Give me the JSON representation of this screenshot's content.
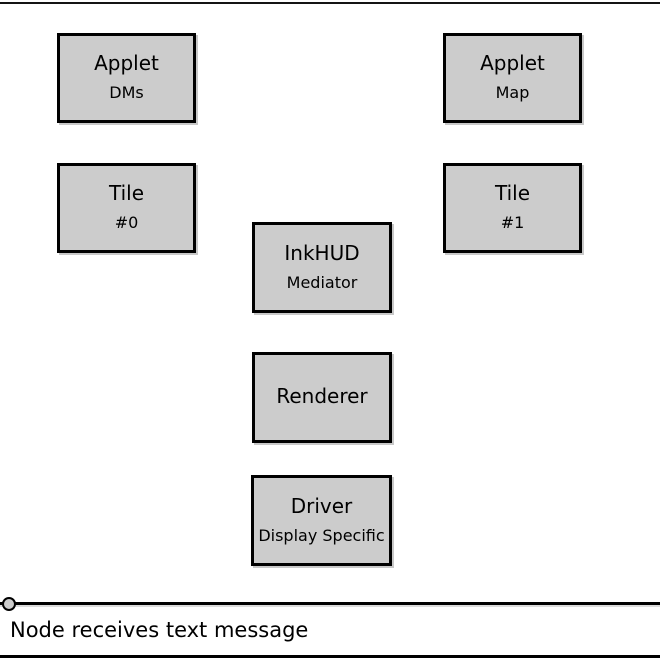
{
  "diagram": {
    "boxes": [
      {
        "title": "Applet",
        "subtitle": "DMs"
      },
      {
        "title": "Applet",
        "subtitle": "Map"
      },
      {
        "title": "Tile",
        "subtitle": "#0"
      },
      {
        "title": "Tile",
        "subtitle": "#1"
      },
      {
        "title": "InkHUD",
        "subtitle": "Mediator"
      },
      {
        "title": "Renderer",
        "subtitle": ""
      },
      {
        "title": "Driver",
        "subtitle": "Display Specific"
      }
    ],
    "timeline": {
      "label": "Node receives text message"
    },
    "colors": {
      "box_fill": "#cccccc",
      "box_border": "#000000",
      "box_shadow": "#c8c8c8",
      "line": "#000000",
      "text": "#000000",
      "background": "#ffffff"
    }
  }
}
